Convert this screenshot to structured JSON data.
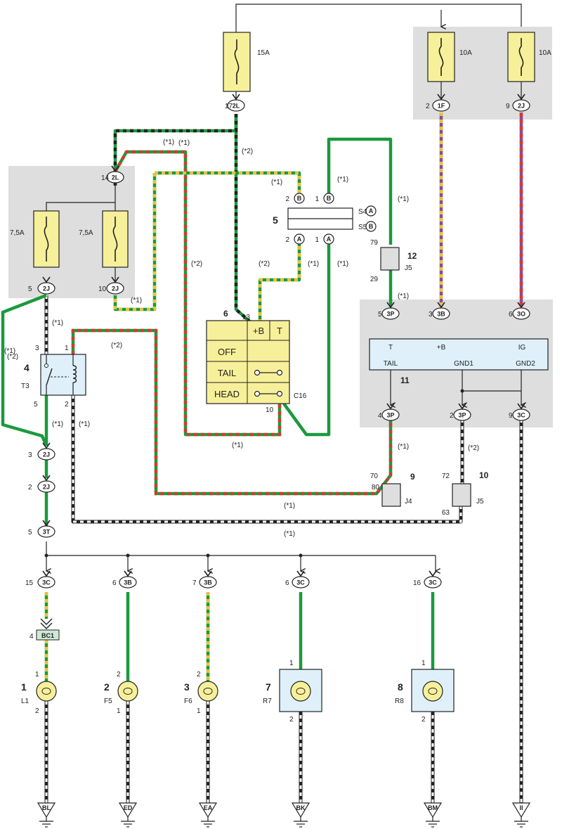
{
  "fuses": {
    "f15a": "15A",
    "f75a_left": "7,5A",
    "f75a_right": "7,5A",
    "f10a_left": "10A",
    "f10a_right": "10A"
  },
  "components": {
    "c1": {
      "num": "1",
      "ref": "L1"
    },
    "c2": {
      "num": "2",
      "ref": "F5"
    },
    "c3": {
      "num": "3",
      "ref": "F6"
    },
    "c4": {
      "num": "4",
      "ref": "T3"
    },
    "c5": {
      "num": "5",
      "s4": "S4",
      "s5": "S5",
      "s4_mark": "A",
      "s5_mark": "B"
    },
    "c6": {
      "num": "6",
      "ref": "C16",
      "col_b": "+B",
      "col_t": "T",
      "rows": [
        "OFF",
        "TAIL",
        "HEAD"
      ]
    },
    "c7": {
      "num": "7",
      "ref": "R7"
    },
    "c8": {
      "num": "8",
      "ref": "R8"
    },
    "c9": {
      "num": "9",
      "ref": "J4"
    },
    "c10": {
      "num": "10",
      "ref": "J5"
    },
    "c11": {
      "num": "11",
      "t": "T",
      "b": "+B",
      "ig": "IG",
      "tail": "TAIL",
      "gnd1": "GND1",
      "gnd2": "GND2"
    },
    "c12": {
      "num": "12",
      "ref": "J5"
    }
  },
  "connectors": {
    "top_2l": "2L",
    "mid_2l": "2L",
    "left_2j": "2J",
    "right_2j": "2J",
    "top_1f": "1F",
    "top_2j": "2J",
    "u_3p": "3P",
    "u_3b": "3B",
    "u_3o": "3O",
    "l_3p": "3P",
    "l_3p2": "3P",
    "l_3c": "3C",
    "k_2j_a": "2J",
    "k_2j_b": "2J",
    "k_3t": "3T",
    "bot_3c_a": "3C",
    "bot_3b_a": "3B",
    "bot_3b_b": "3B",
    "bot_3c_b": "3C",
    "bot_3c_c": "3C",
    "bc1": "BC1"
  },
  "pins": {
    "p17": "17",
    "p14": "14",
    "p5": "5",
    "p10": "10",
    "p2f": "2",
    "p9j": "9",
    "sw_2b": "2",
    "sw_1b": "1",
    "sw_2a": "2",
    "sw_1a": "1",
    "p79": "79",
    "p29": "29",
    "p13": "13",
    "p10c16": "10",
    "m5": "5",
    "m3": "3",
    "m6": "6",
    "m4": "4",
    "m2": "2",
    "m9": "9",
    "r3": "3",
    "r1": "1",
    "r5": "5",
    "r2": "2",
    "k3": "3",
    "k2": "2",
    "k5": "5",
    "p70": "70",
    "p80": "80",
    "p72": "72",
    "p63": "63",
    "b15": "15",
    "b6a": "6",
    "b7": "7",
    "b6b": "6",
    "b16": "16",
    "bc4": "4",
    "l1_1": "1",
    "l1_2": "2",
    "f5_2": "2",
    "f5_1": "1",
    "f6_2": "2",
    "f6_1": "1",
    "r7_1": "1",
    "r7_2": "2",
    "r8_1": "1",
    "r8_2": "2"
  },
  "notes": {
    "n1": "(*1)",
    "n2": "(*2)",
    "n3": "(*1)",
    "n4": "(*2)",
    "n5": "(*1)",
    "n6": "(*1)",
    "n7": "(*1)",
    "n8": "(*2)",
    "n9": "(*2)",
    "n10": "(*1)",
    "n11": "(*1)",
    "n12": "(*1)",
    "n13": "(*1)",
    "n14": "(*2)",
    "n15": "(*1)",
    "n16": "(*1)",
    "n17": "(*1)",
    "n18": "(*1)",
    "n19": "(*2)",
    "n20": "(*1)",
    "n21": "(*1)",
    "n22": "(*1)",
    "n23": "(*1)"
  },
  "grounds": [
    "BL",
    "ED",
    "EA",
    "BK",
    "BM",
    "II"
  ],
  "colors": {
    "green": "#1a9a3c",
    "red": "#d63a2c",
    "yellow": "#e8c23a",
    "purple": "#8a4a9a",
    "black": "#222222",
    "gray_panel": "#dedede",
    "fuse_fill": "#f7f09a",
    "blue_fill": "#dff0fa"
  }
}
